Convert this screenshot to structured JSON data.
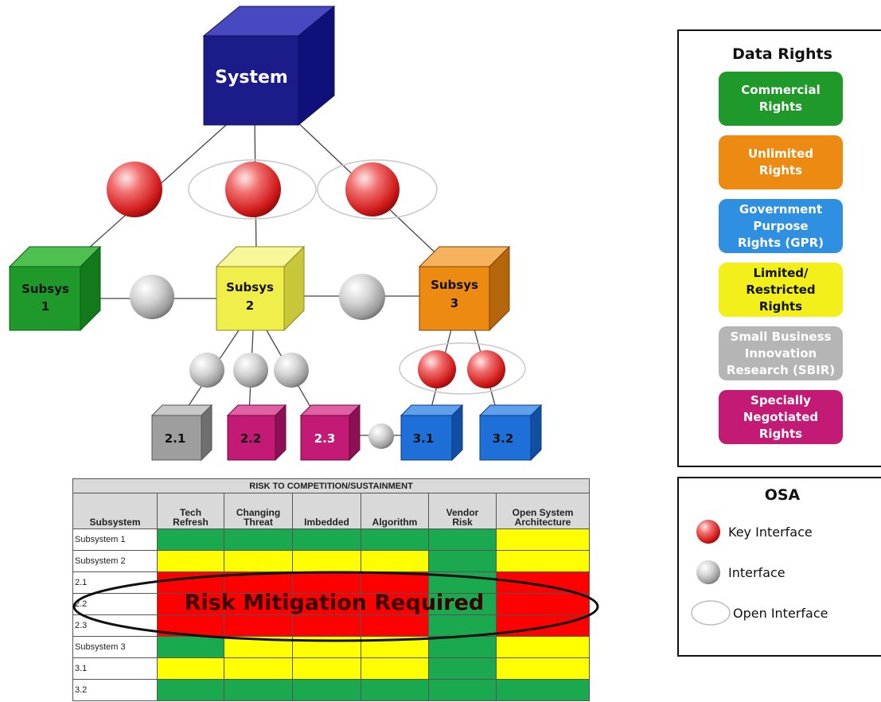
{
  "nodes": {
    "system": "System",
    "subsys1": "Subsys\n1",
    "subsys2": "Subsys\n2",
    "subsys3": "Subsys\n3",
    "n21": "2.1",
    "n22": "2.2",
    "n23": "2.3",
    "n31": "3.1",
    "n32": "3.2"
  },
  "table": {
    "title": "RISK TO COMPETITION/SUSTAINMENT",
    "headers": [
      "Subsystem",
      "Tech\nRefresh",
      "Changing\nThreat",
      "Imbedded",
      "Algorithm",
      "Vendor\nRisk",
      "Open System\nArchitecture"
    ],
    "rows": [
      {
        "name": "Subsystem 1",
        "cells": [
          "green",
          "green",
          "green",
          "green",
          "green",
          "yellow"
        ]
      },
      {
        "name": "Subsystem 2",
        "cells": [
          "yellow",
          "yellow",
          "yellow",
          "yellow",
          "green",
          "yellow"
        ]
      },
      {
        "name": "2.1",
        "cells": [
          "red",
          "red",
          "red",
          "red",
          "green",
          "red"
        ]
      },
      {
        "name": "2.2",
        "cells": [
          "red",
          "red",
          "red",
          "red",
          "green",
          "red"
        ]
      },
      {
        "name": "2.3",
        "cells": [
          "red",
          "red",
          "red",
          "red",
          "green",
          "red"
        ]
      },
      {
        "name": "Subsystem 3",
        "cells": [
          "green",
          "yellow",
          "yellow",
          "yellow",
          "green",
          "yellow"
        ]
      },
      {
        "name": "3.1",
        "cells": [
          "yellow",
          "yellow",
          "yellow",
          "yellow",
          "green",
          "yellow"
        ]
      },
      {
        "name": "3.2",
        "cells": [
          "green",
          "green",
          "green",
          "green",
          "green",
          "green"
        ]
      }
    ],
    "overlay_text": "Risk Mitigation Required"
  },
  "data_rights": {
    "title": "Data Rights",
    "items": [
      {
        "label": "Commercial\nRights",
        "color": "#1f9a2a"
      },
      {
        "label": "Unlimited\nRights",
        "color": "#ec8a12"
      },
      {
        "label": "Government\nPurpose\nRights (GPR)",
        "color": "#2f8fe0"
      },
      {
        "label": "Limited/\nRestricted\nRights",
        "color": "#f2ef1a"
      },
      {
        "label": "Small Business\nInnovation\nResearch (SBIR)",
        "color": "#b5b5b5"
      },
      {
        "label": "Specially\nNegotiated\nRights",
        "color": "#c21a75"
      }
    ]
  },
  "osa": {
    "title": "OSA",
    "key_interface": "Key Interface",
    "interface": "Interface",
    "open_interface": "Open Interface"
  },
  "colors": {
    "system": "#1b1b8a",
    "subsys1": "#1f9a2a",
    "subsys2": "#f0ee4a",
    "subsys3": "#ec8a12",
    "n21": "#9e9e9e",
    "n22": "#c21a75",
    "n23": "#c21a75",
    "n31": "#1f6fd8",
    "n32": "#1f6fd8"
  }
}
